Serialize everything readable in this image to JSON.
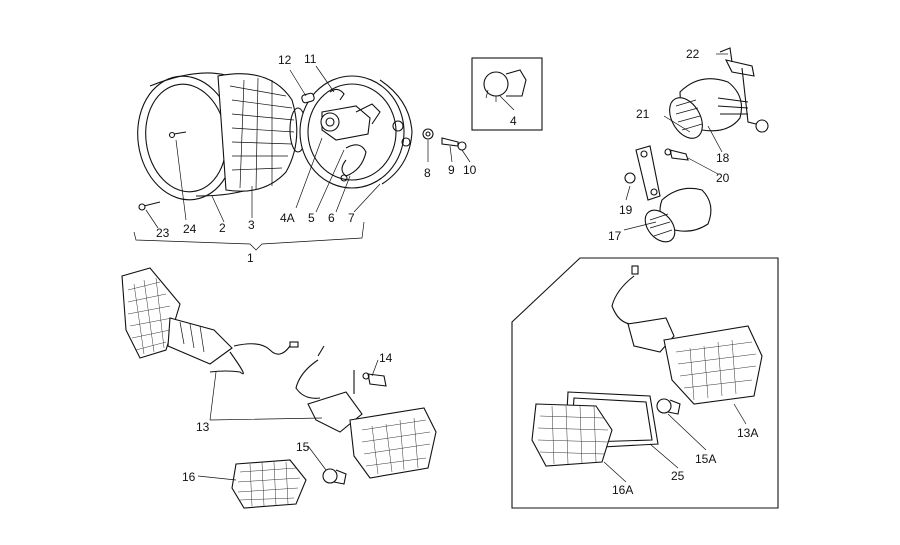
{
  "diagram": {
    "callouts": {
      "c1": "1",
      "c2": "2",
      "c3": "3",
      "c4": "4",
      "c4a": "4A",
      "c5": "5",
      "c6": "6",
      "c7": "7",
      "c8": "8",
      "c9": "9",
      "c10": "10",
      "c11": "11",
      "c12": "12",
      "c13": "13",
      "c13a": "13A",
      "c14": "14",
      "c15": "15",
      "c15a": "15A",
      "c16": "16",
      "c16a": "16A",
      "c17": "17",
      "c18": "18",
      "c19": "19",
      "c20": "20",
      "c21": "21",
      "c22": "22",
      "c23": "23",
      "c24": "24",
      "c25": "25"
    }
  }
}
